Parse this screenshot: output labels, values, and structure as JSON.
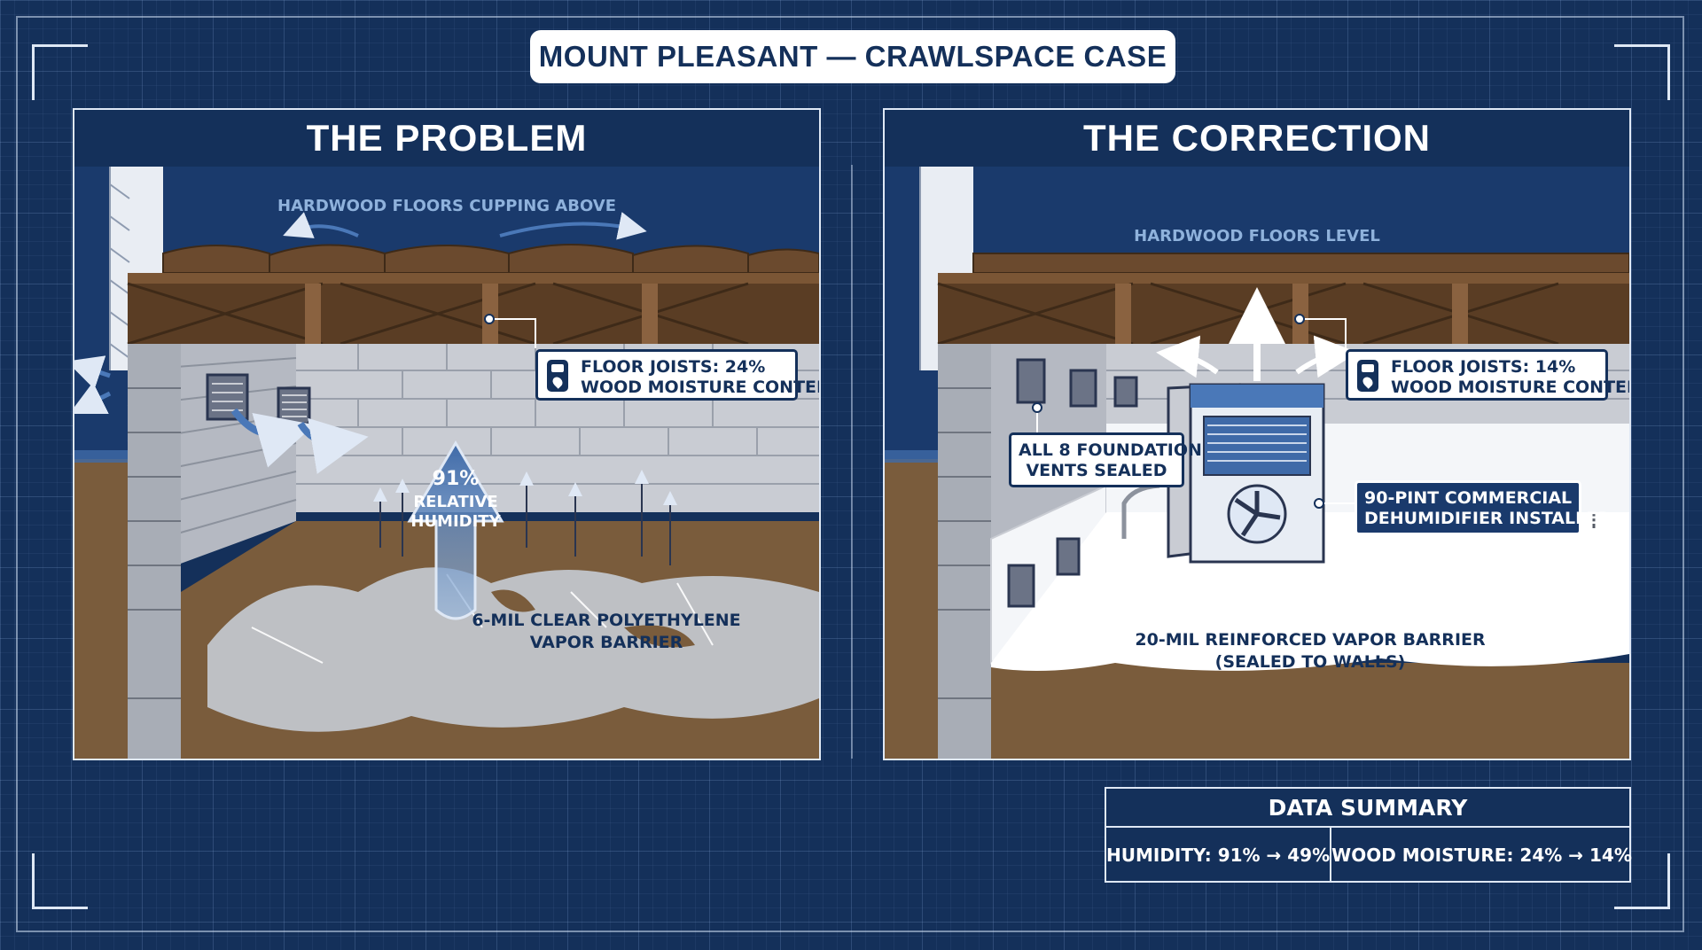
{
  "title": "MOUNT PLEASANT — CRAWLSPACE CASE",
  "problem": {
    "heading": "THE PROBLEM",
    "floor_label": "HARDWOOD FLOORS CUPPING ABOVE",
    "joist_callout": [
      "FLOOR JOISTS: 24%",
      "WOOD MOISTURE CONTENT"
    ],
    "humidity_value": "91%",
    "humidity_label": [
      "RELATIVE",
      "HUMIDITY"
    ],
    "barrier_label": [
      "6-MIL CLEAR POLYETHYLENE",
      "VAPOR BARRIER"
    ]
  },
  "correction": {
    "heading": "THE CORRECTION",
    "floor_label": "HARDWOOD FLOORS LEVEL",
    "joist_callout": [
      "FLOOR JOISTS: 14%",
      "WOOD MOISTURE CONTENT"
    ],
    "vents_callout": [
      "ALL 8 FOUNDATION",
      "VENTS SEALED"
    ],
    "dehumidifier_callout": [
      "90-PINT COMMERCIAL",
      "DEHUMIDIFIER INSTALLED"
    ],
    "barrier_label": [
      "20-MIL REINFORCED VAPOR BARRIER",
      "(SEALED TO WALLS)"
    ]
  },
  "summary": {
    "heading": "DATA SUMMARY",
    "humidity": "HUMIDITY: 91% → 49%",
    "wood_moisture": "WOOD MOISTURE: 24% → 14%"
  },
  "colors": {
    "background": "#14305a",
    "line": "#dfe8f5",
    "wood": "#6b4a2e",
    "soil": "#7a5c3c",
    "block": "#c9ccd3",
    "barrier_new": "#ffffff",
    "accent_blue": "#3f6aa8"
  }
}
